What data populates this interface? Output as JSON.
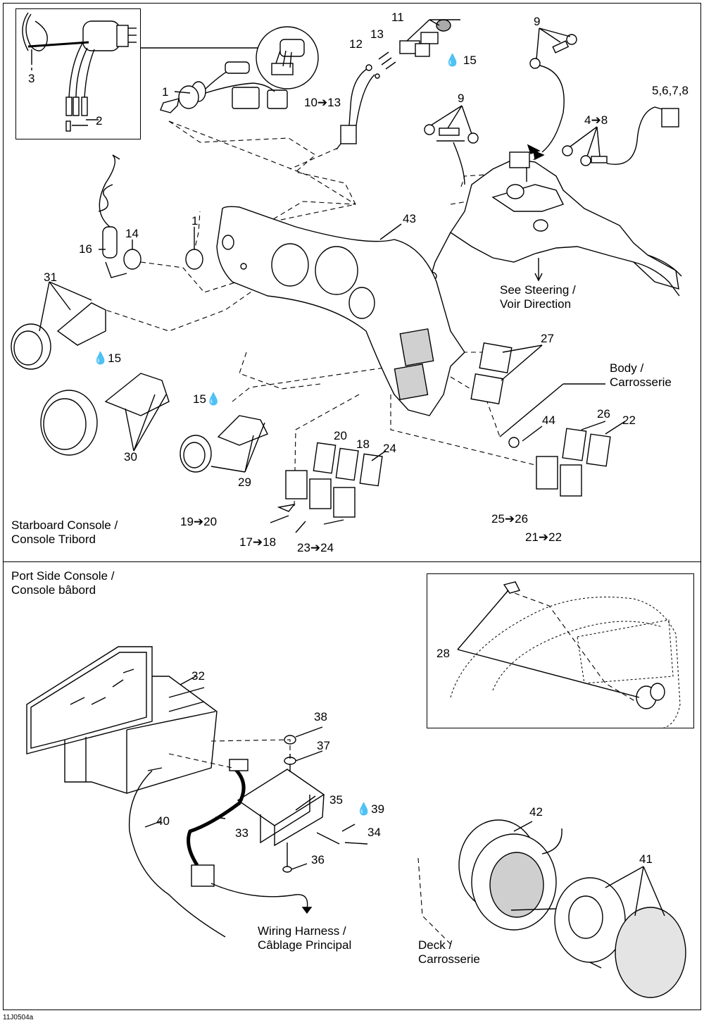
{
  "figure_code": "11J0504a",
  "sections": {
    "starboard": {
      "line1": "Starboard Console /",
      "line2": "Console Tribord"
    },
    "port": {
      "line1": "Port Side Console /",
      "line2": "Console bâbord"
    }
  },
  "notes": {
    "steering": {
      "line1": "See  Steering /",
      "line2": "Voir Direction"
    },
    "body": {
      "line1": "Body /",
      "line2": "Carrosserie"
    },
    "harness": {
      "line1": "Wiring Harness /",
      "line2": "Câblage Principal"
    },
    "deck": {
      "line1": "Deck /",
      "line2": "Carrosserie"
    }
  },
  "callouts": {
    "c3": "3",
    "c2": "2",
    "c1a": "1",
    "c12": "12",
    "c13": "13",
    "c11": "11",
    "c15a": "15",
    "c9a": "9",
    "c1013": "10➔13",
    "c9b": "9",
    "c48": "4➔8",
    "c5678": "5,6,7,8",
    "c1b": "1",
    "c43": "43",
    "c14": "14",
    "c16": "16",
    "c31": "31",
    "c15b": "15",
    "c15c": "15",
    "c30": "30",
    "c29": "29",
    "c27": "27",
    "c44": "44",
    "c26": "26",
    "c22": "22",
    "c20": "20",
    "c18": "18",
    "c24": "24",
    "c1920": "19➔20",
    "c1718": "17➔18",
    "c2324": "23➔24",
    "c2526": "25➔26",
    "c2122": "21➔22",
    "c28": "28",
    "c32": "32",
    "c38": "38",
    "c37": "37",
    "c35": "35",
    "c39": "39",
    "c34": "34",
    "c40": "40",
    "c33": "33",
    "c36": "36",
    "c42": "42",
    "c41": "41"
  },
  "colors": {
    "ink": "#000000",
    "paper": "#ffffff",
    "shade": "#d8d8d8"
  }
}
